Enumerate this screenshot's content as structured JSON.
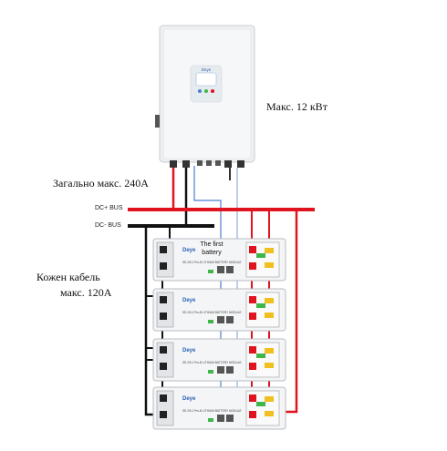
{
  "labels": {
    "max_power": "Макс. 12 кВт",
    "total_max": "Загально макс. 240А",
    "dc_plus": "DC+ BUS",
    "dc_minus": "DC- BUS",
    "cable_line1": "Кожен кабель",
    "cable_line2": "макс. 120А",
    "first_battery_line1": "The first",
    "first_battery_line2": "battery"
  },
  "battery": {
    "brand": "Deye",
    "model_text": "SE-G5.1 Pro-B  LITHIUM BATTERY MODULE"
  },
  "inverter": {
    "brand": "Deye"
  },
  "colors": {
    "positive_wire": "#e0141e",
    "negative_wire": "#111111",
    "comm_wire_blue": "#4a7fd0",
    "battery_green": "#3fb54a",
    "inverter_body": "#eef0f2"
  }
}
